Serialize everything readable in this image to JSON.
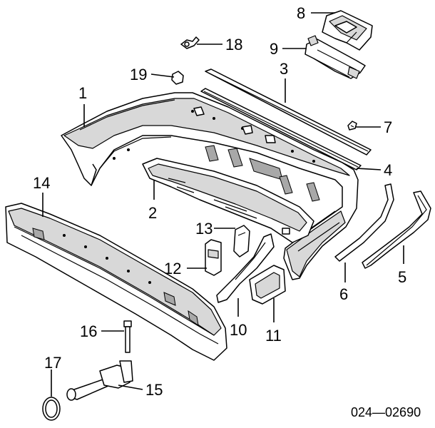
{
  "diagram": {
    "part_number": "024—02690",
    "callouts": [
      {
        "id": "c1",
        "label": "1"
      },
      {
        "id": "c2",
        "label": "2"
      },
      {
        "id": "c3",
        "label": "3"
      },
      {
        "id": "c4",
        "label": "4"
      },
      {
        "id": "c5",
        "label": "5"
      },
      {
        "id": "c6",
        "label": "6"
      },
      {
        "id": "c7",
        "label": "7"
      },
      {
        "id": "c8",
        "label": "8"
      },
      {
        "id": "c9",
        "label": "9"
      },
      {
        "id": "c10",
        "label": "10"
      },
      {
        "id": "c11",
        "label": "11"
      },
      {
        "id": "c12",
        "label": "12"
      },
      {
        "id": "c13",
        "label": "13"
      },
      {
        "id": "c14",
        "label": "14"
      },
      {
        "id": "c15",
        "label": "15"
      },
      {
        "id": "c16",
        "label": "16"
      },
      {
        "id": "c17",
        "label": "17"
      },
      {
        "id": "c18",
        "label": "18"
      },
      {
        "id": "c19",
        "label": "19"
      }
    ]
  }
}
